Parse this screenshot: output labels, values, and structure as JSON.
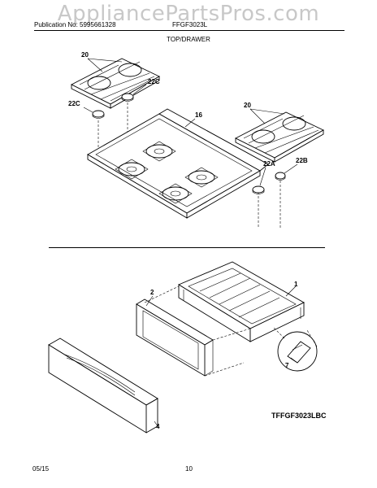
{
  "watermark": "AppliancePartsPros.com",
  "header": {
    "publication": "Publication No: 5995661328",
    "model": "FFGF3023L",
    "section": "TOP/DRAWER"
  },
  "diagram_code": "TFFGF3023LBC",
  "footer": {
    "date": "05/15",
    "page": "10"
  },
  "callouts": {
    "grate_left": "20",
    "grate_right": "20",
    "cap_22c_right": "22C",
    "cap_22c_left": "22C",
    "cooktop": "16",
    "cap_22a": "22A",
    "cap_22b": "22B",
    "drawer_body": "1",
    "drawer_liner": "2",
    "glide": "7",
    "drawer_front": "4"
  }
}
